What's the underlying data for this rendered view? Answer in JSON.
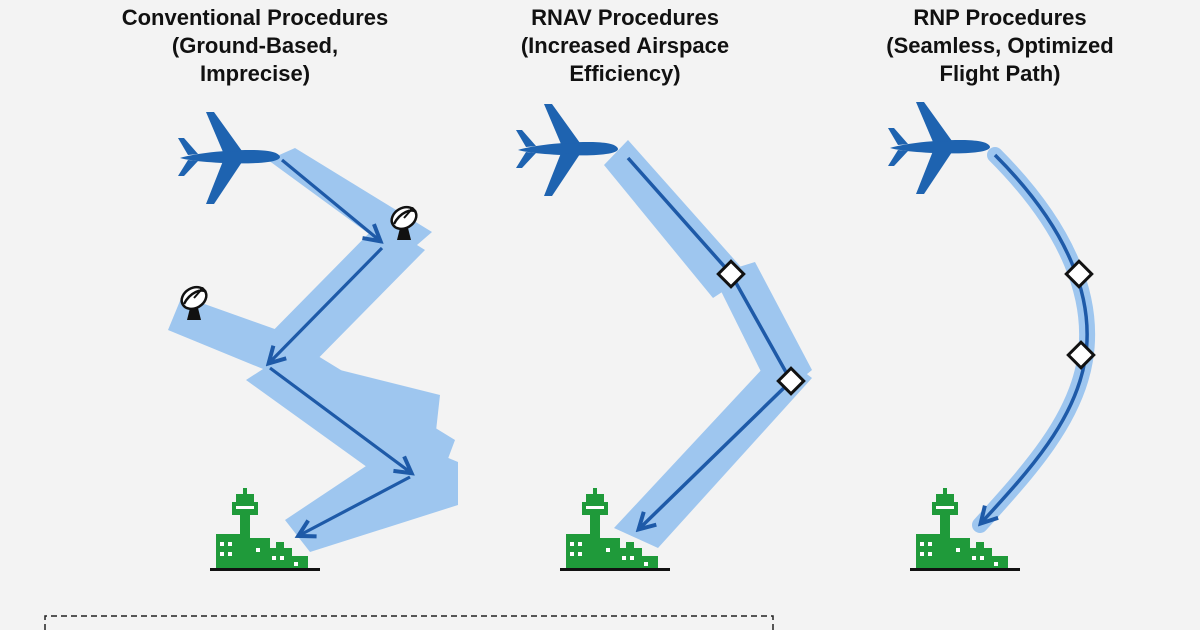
{
  "panels": [
    {
      "id": "conventional",
      "title_lines": [
        "Conventional Procedures",
        "(Ground-Based,",
        "Imprecise)"
      ]
    },
    {
      "id": "rnav",
      "title_lines": [
        "RNAV Procedures",
        "(Increased Airspace",
        "Efficiency)"
      ]
    },
    {
      "id": "rnp",
      "title_lines": [
        "RNP Procedures",
        "(Seamless, Optimized",
        "Flight Path)"
      ]
    }
  ],
  "colors": {
    "aircraft": "#1e63b0",
    "path_line": "#1e5aa8",
    "corridor": "#9ec6ef",
    "airport": "#1f9a3a",
    "waypoint_fill": "#ffffff",
    "waypoint_stroke": "#111111",
    "background": "#f3f3f3"
  },
  "icons": [
    "aircraft-icon",
    "radar-dish-icon",
    "airport-tower-icon",
    "waypoint-diamond-icon"
  ]
}
